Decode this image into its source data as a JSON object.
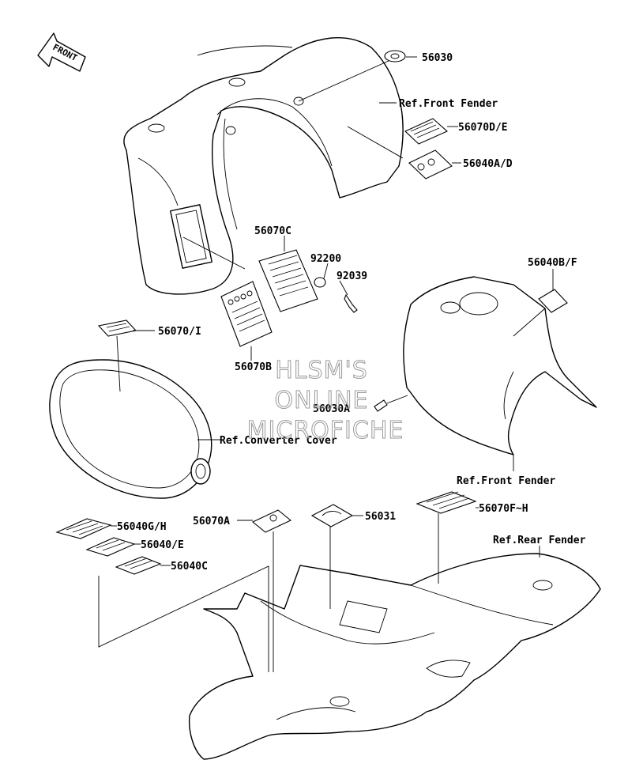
{
  "front_arrow": "FRONT",
  "labels": {
    "p56030": "56030",
    "ref_front_fender_1": "Ref.Front Fender",
    "p56070DE": "56070D/E",
    "p56040AD": "56040A/D",
    "p56070C": "56070C",
    "p92200": "92200",
    "p92039": "92039",
    "p56040BF": "56040B/F",
    "p56070I": "56070/I",
    "p56070B": "56070B",
    "p56030A": "56030A",
    "ref_converter_cover": "Ref.Converter Cover",
    "ref_front_fender_2": "Ref.Front Fender",
    "p56040GH": "56040G/H",
    "p56070A": "56070A",
    "p56031": "56031",
    "p56070FH": "56070F~H",
    "ref_rear_fender": "Ref.Rear Fender",
    "p56040E": "56040/E",
    "p56040C": "56040C"
  },
  "watermark": {
    "line1": "HLSM'S",
    "line2": "ONLINE",
    "line3": "MICROFICHE"
  }
}
